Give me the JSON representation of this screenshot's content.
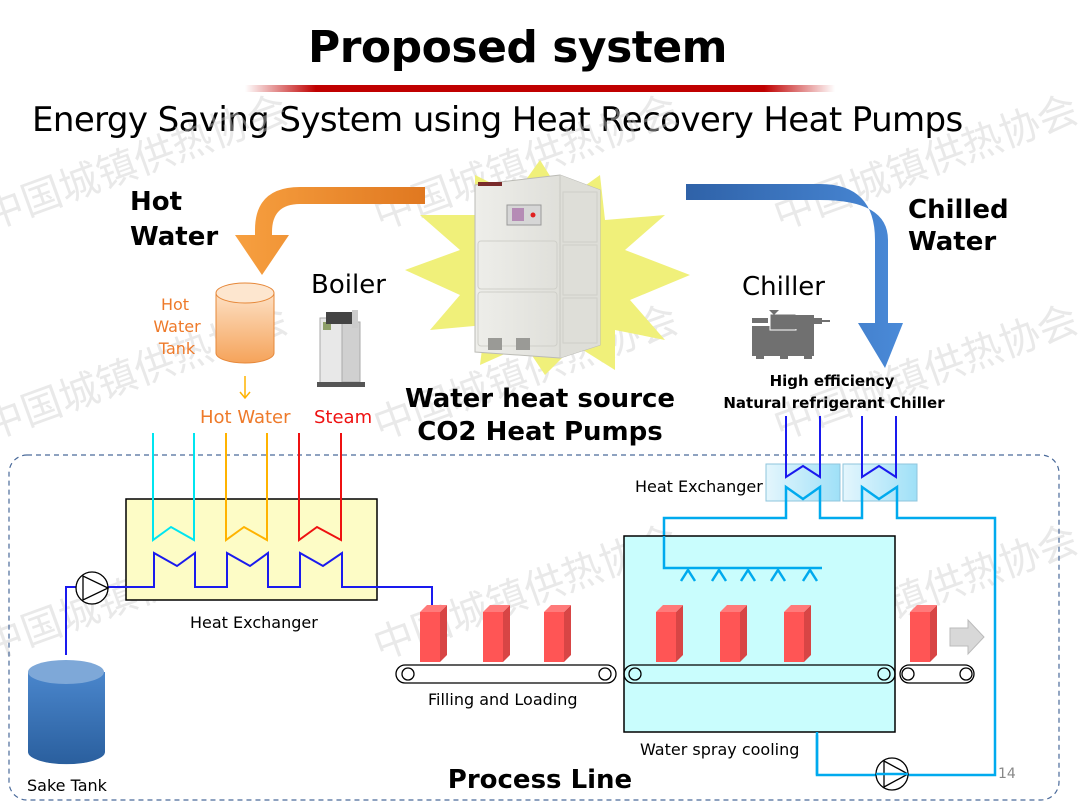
{
  "header": {
    "title": "Proposed system",
    "subtitle": "Energy Saving System using Heat Recovery Heat Pumps"
  },
  "flows": {
    "hot_water_label_1": "Hot",
    "hot_water_label_2": "Water",
    "chilled_water_label_1": "Chilled",
    "chilled_water_label_2": "Water"
  },
  "equipment": {
    "boiler_label": "Boiler",
    "chiller_label": "Chiller",
    "heat_pump_label_1": "Water heat source",
    "heat_pump_label_2": "CO2 Heat Pumps",
    "chiller_desc_1": "High efficiency",
    "chiller_desc_2": "Natural refrigerant Chiller",
    "hot_water_tank_1": "Hot",
    "hot_water_tank_2": "Water",
    "hot_water_tank_3": "Tank",
    "hot_water_supply": "Hot Water",
    "steam_supply": "Steam"
  },
  "process": {
    "heat_exchanger_left": "Heat Exchanger",
    "heat_exchanger_right": "Heat Exchanger",
    "filling_loading": "Filling and Loading",
    "water_spray_cooling": "Water spray cooling",
    "sake_tank": "Sake Tank",
    "process_line": "Process Line"
  },
  "watermark": "中国城镇供热协会",
  "page_number": "14",
  "colors": {
    "title_underline": "#c00000",
    "hot_arrow": "#f39430",
    "chilled_arrow": "#3f7fd0",
    "starburst": "#f0f07a",
    "cyan_pipe": "#00e5f0",
    "hot_pipe": "#ffb300",
    "steam_pipe": "#ee1111",
    "process_pipe": "#1a1aee",
    "cooling_pipe": "#00aaee",
    "heat_exchanger_fill": "#fdfcc6",
    "cooling_box_fill": "#c9fdfd",
    "bottle": "#ff5555",
    "sake_tank": "#3a76bf",
    "tank_orange": "#f7b27a",
    "orange_text": "#ee7a2a",
    "steam_text": "#ee1111"
  }
}
